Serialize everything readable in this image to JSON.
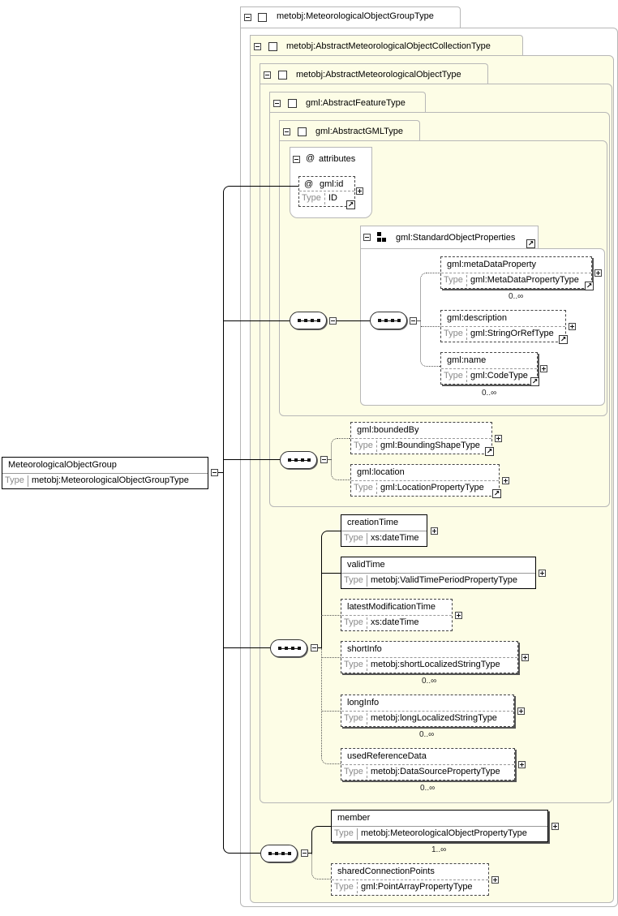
{
  "root": {
    "name": "MeteorologicalObjectGroup",
    "type_label": "Type",
    "type": "metobj:MeteorologicalObjectGroupType"
  },
  "groups": {
    "g1": "metobj:MeteorologicalObjectGroupType",
    "g2": "metobj:AbstractMeteorologicalObjectCollectionType",
    "g3": "metobj:AbstractMeteorologicalObjectType",
    "g4": "gml:AbstractFeatureType",
    "g5": "gml:AbstractGMLType"
  },
  "attributes": {
    "header_symbol": "@",
    "header": "attributes",
    "id_symbol": "@",
    "id_name": "gml:id",
    "id_type_label": "Type",
    "id_type": "ID"
  },
  "standard_props": "gml:StandardObjectProperties",
  "elements": {
    "metaDataProperty": {
      "name": "gml:metaDataProperty",
      "type_label": "Type",
      "type": "gml:MetaDataPropertyType",
      "card": "0..∞"
    },
    "description": {
      "name": "gml:description",
      "type_label": "Type",
      "type": "gml:StringOrRefType"
    },
    "name": {
      "name": "gml:name",
      "type_label": "Type",
      "type": "gml:CodeType",
      "card": "0..∞"
    },
    "boundedBy": {
      "name": "gml:boundedBy",
      "type_label": "Type",
      "type": "gml:BoundingShapeType"
    },
    "location": {
      "name": "gml:location",
      "type_label": "Type",
      "type": "gml:LocationPropertyType"
    },
    "creationTime": {
      "name": "creationTime",
      "type_label": "Type",
      "type": "xs:dateTime"
    },
    "validTime": {
      "name": "validTime",
      "type_label": "Type",
      "type": "metobj:ValidTimePeriodPropertyType"
    },
    "latestModificationTime": {
      "name": "latestModificationTime",
      "type_label": "Type",
      "type": "xs:dateTime"
    },
    "shortInfo": {
      "name": "shortInfo",
      "type_label": "Type",
      "type": "metobj:shortLocalizedStringType",
      "card": "0..∞"
    },
    "longInfo": {
      "name": "longInfo",
      "type_label": "Type",
      "type": "metobj:longLocalizedStringType",
      "card": "0..∞"
    },
    "usedReferenceData": {
      "name": "usedReferenceData",
      "type_label": "Type",
      "type": "metobj:DataSourcePropertyType",
      "card": "0..∞"
    },
    "member": {
      "name": "member",
      "type_label": "Type",
      "type": "metobj:MeteorologicalObjectPropertyType",
      "card": "1..∞"
    },
    "sharedConnectionPoints": {
      "name": "sharedConnectionPoints",
      "type_label": "Type",
      "type": "gml:PointArrayPropertyType"
    }
  },
  "colors": {
    "group_fill": "#fdfde6",
    "group_border": "#b7b7b7"
  }
}
